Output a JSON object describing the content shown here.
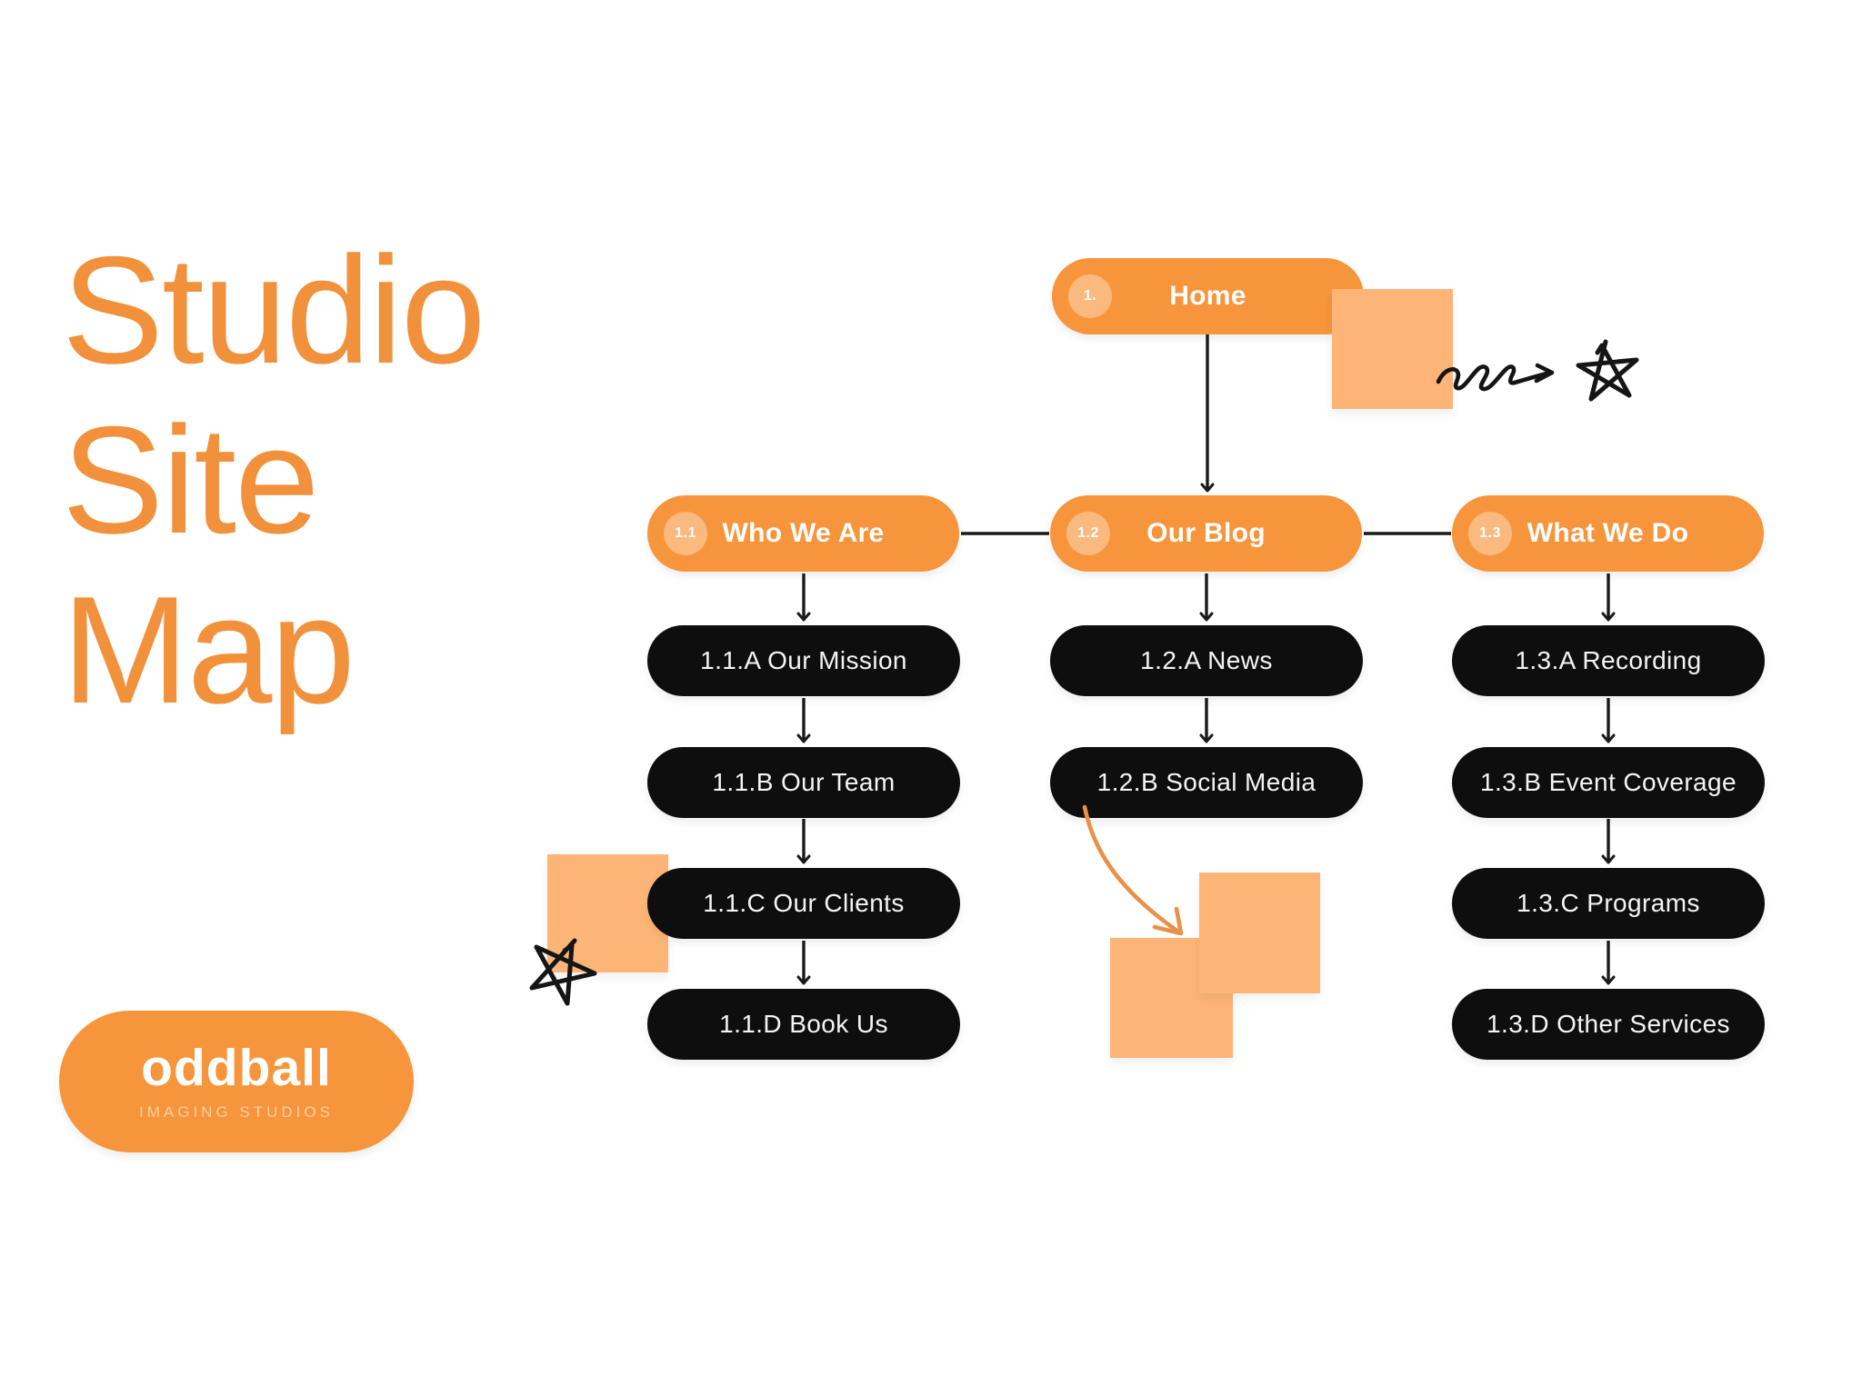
{
  "title": {
    "lines": [
      "Studio",
      "Site",
      "Map"
    ]
  },
  "sitemap": {
    "root": {
      "badge": "1.",
      "label": "Home"
    },
    "branches": [
      {
        "badge": "1.1",
        "label": "Who We Are",
        "children": [
          "1.1.A Our Mission",
          "1.1.B Our Team",
          "1.1.C Our Clients",
          "1.1.D Book Us"
        ]
      },
      {
        "badge": "1.2",
        "label": "Our Blog",
        "children": [
          "1.2.A News",
          "1.2.B Social Media"
        ]
      },
      {
        "badge": "1.3",
        "label": "What We Do",
        "children": [
          "1.3.A Recording",
          "1.3.B Event Coverage",
          "1.3.C Programs",
          "1.3.D Other Services"
        ]
      }
    ]
  },
  "logo": {
    "name": "oddball",
    "tagline": "IMAGING STUDIOS"
  },
  "colors": {
    "background": "#FFFFFF",
    "title_orange": "#F2913B",
    "node_orange": "#F7953C",
    "node_black": "#0E0E0E",
    "badge_circle": "#FBB87E",
    "decor_square": "#FCB577",
    "connector_black": "#1A1A1A",
    "doodle_black": "#151515",
    "arrow_orange": "#E8914A",
    "logo_tagline": "#FAD0A0"
  }
}
